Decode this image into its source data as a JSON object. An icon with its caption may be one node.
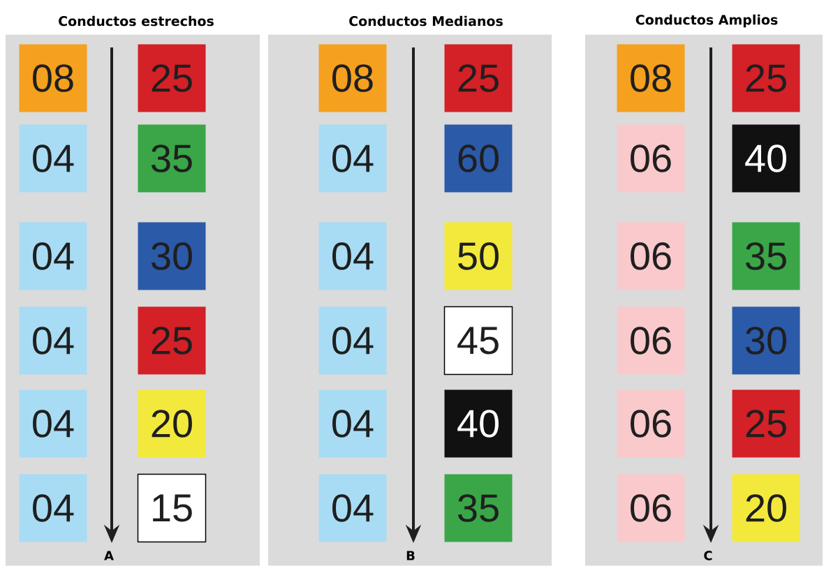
{
  "diagram": {
    "nodes": [
      {
        "text": [
          "Conductos estrechos"
        ]
      },
      {
        "text": [
          "08"
        ],
        "in": 0
      },
      {
        "text": [
          "25"
        ],
        "in": 0
      },
      {
        "text": [
          "04"
        ],
        "in": 0
      },
      {
        "text": [
          "35"
        ],
        "in": 0
      },
      {
        "text": [
          "04"
        ],
        "in": 0
      },
      {
        "text": [
          "30"
        ],
        "in": 0
      },
      {
        "text": [
          "04"
        ],
        "in": 0
      },
      {
        "text": [
          "25"
        ],
        "in": 0
      },
      {
        "text": [
          "04"
        ],
        "in": 0
      },
      {
        "text": [
          "20"
        ],
        "in": 0
      },
      {
        "text": [
          "04"
        ],
        "in": 0
      },
      {
        "text": [
          "15"
        ],
        "in": 0
      },
      {
        "text": [
          "Conductos Medianos"
        ]
      },
      {
        "text": [
          "08"
        ],
        "in": 13
      },
      {
        "text": [
          "25"
        ],
        "in": 13
      },
      {
        "text": [
          "04"
        ],
        "in": 13
      },
      {
        "text": [
          "60"
        ],
        "in": 13
      },
      {
        "text": [
          "04"
        ],
        "in": 13
      },
      {
        "text": [
          "50"
        ],
        "in": 13
      },
      {
        "text": [
          "04"
        ],
        "in": 13
      },
      {
        "text": [
          "45"
        ],
        "in": 13
      },
      {
        "text": [
          "04"
        ],
        "in": 13
      },
      {
        "text": [
          "40"
        ],
        "in": 13
      },
      {
        "text": [
          "04"
        ],
        "in": 13
      },
      {
        "text": [
          "35"
        ],
        "in": 13
      },
      {
        "text": [
          "Conductos Amplios"
        ]
      },
      {
        "text": [
          "08"
        ],
        "in": 26
      },
      {
        "text": [
          "25"
        ],
        "in": 26
      },
      {
        "text": [
          "06"
        ],
        "in": 26
      },
      {
        "text": [
          "40"
        ],
        "in": 26
      },
      {
        "text": [
          "06"
        ],
        "in": 26
      },
      {
        "text": [
          "35"
        ],
        "in": 26
      },
      {
        "text": [
          "06"
        ],
        "in": 26
      },
      {
        "text": [
          "30"
        ],
        "in": 26
      },
      {
        "text": [
          "06"
        ],
        "in": 26
      },
      {
        "text": [
          "25"
        ],
        "in": 26
      },
      {
        "text": [
          "06"
        ],
        "in": 26
      },
      {
        "text": [
          "20"
        ],
        "in": 26
      }
    ],
    "labels": [
      "A",
      "B",
      "C"
    ]
  }
}
